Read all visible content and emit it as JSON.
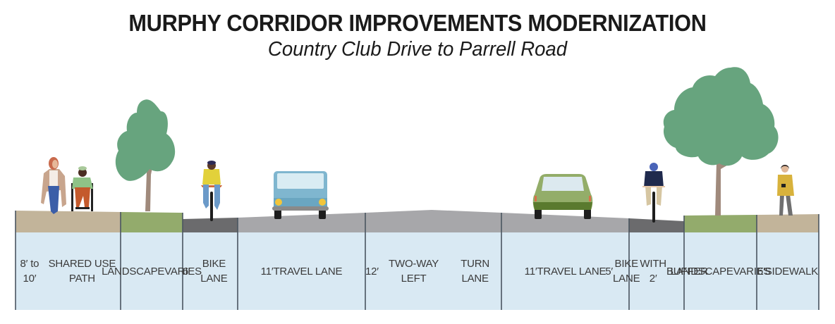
{
  "header": {
    "title": "MURPHY CORRIDOR IMPROVEMENTS MODERNIZATION",
    "subtitle": "Country Club Drive to Parrell Road"
  },
  "colors": {
    "label_panel": "#d9e9f3",
    "divider": "#4a5560",
    "sidewalk_tan": "#c2b49a",
    "landscape_green": "#93ab6c",
    "bike_lane_dark": "#6b6b6d",
    "travel_lane_gray": "#a7a7aa",
    "tree_canopy": "#67a47e",
    "tree_trunk": "#a08a7c",
    "van_blue": "#7fb6cf",
    "car_green": "#93ad69"
  },
  "segments": [
    {
      "id": "shared-use-path",
      "width_label": "8′ to 10′",
      "lines": [
        "SHARED USE PATH"
      ],
      "surface": "sidewalk"
    },
    {
      "id": "landscape-left",
      "width_label": "",
      "lines": [
        "LANDSCAPE",
        "VARIES"
      ],
      "surface": "landscape"
    },
    {
      "id": "bike-lane-left",
      "width_label": "6′",
      "lines": [
        "BIKE LANE"
      ],
      "surface": "bike"
    },
    {
      "id": "travel-lane-left",
      "width_label": "11′",
      "lines": [
        "TRAVEL LANE"
      ],
      "surface": "travel"
    },
    {
      "id": "two-way-left-turn-lane",
      "width_label": "12′",
      "lines": [
        "TWO-WAY LEFT",
        "TURN LANE"
      ],
      "surface": "travel"
    },
    {
      "id": "travel-lane-right",
      "width_label": "11′",
      "lines": [
        "TRAVEL LANE"
      ],
      "surface": "travel"
    },
    {
      "id": "bike-lane-right",
      "width_label": "5′",
      "lines": [
        "BIKE LANE",
        "WITH 2′",
        "BUFFER"
      ],
      "surface": "bike"
    },
    {
      "id": "landscape-right",
      "width_label": "",
      "lines": [
        "LANDSCAPE",
        "VARIES"
      ],
      "surface": "landscape"
    },
    {
      "id": "sidewalk",
      "width_label": "6′",
      "lines": [
        "SIDEWALK"
      ],
      "surface": "sidewalk"
    }
  ],
  "figures": [
    {
      "type": "pedestrian",
      "desc": "woman walking"
    },
    {
      "type": "wheelchair-user",
      "desc": "person in wheelchair"
    },
    {
      "type": "tree",
      "desc": "left street tree"
    },
    {
      "type": "cyclist",
      "desc": "cyclist facing viewer"
    },
    {
      "type": "van",
      "desc": "blue van front view"
    },
    {
      "type": "car",
      "desc": "green car rear view"
    },
    {
      "type": "cyclist",
      "desc": "cyclist from behind"
    },
    {
      "type": "tree",
      "desc": "right street tree"
    },
    {
      "type": "pedestrian",
      "desc": "woman with bag"
    }
  ]
}
